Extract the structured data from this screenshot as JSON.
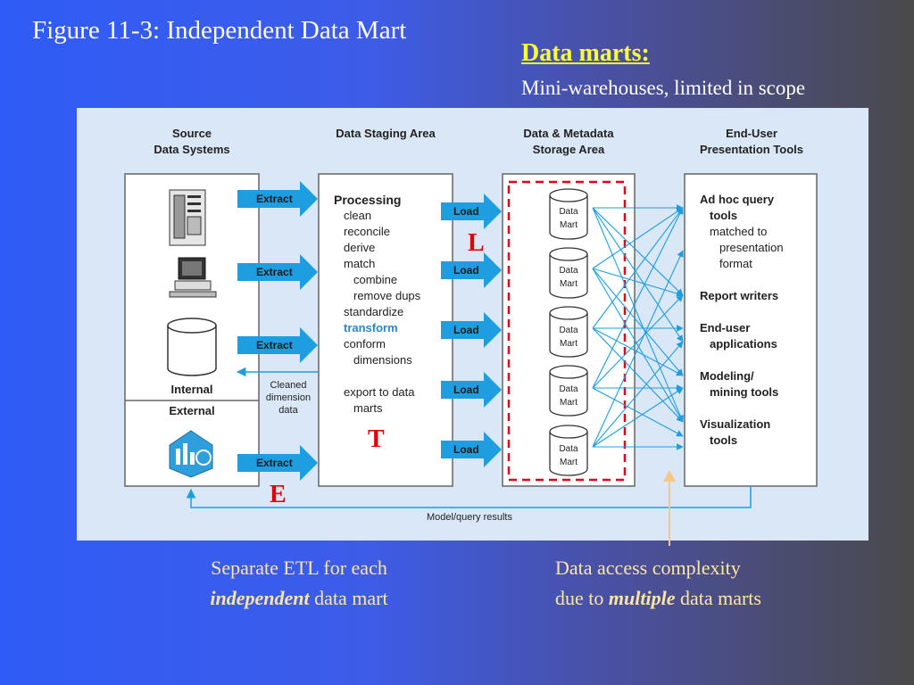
{
  "title": "Figure 11-3: Independent Data Mart",
  "data_marts": {
    "heading": "Data marts:",
    "subtitle": "Mini-warehouses, limited in scope"
  },
  "diagram": {
    "columns": {
      "source": [
        "Source",
        "Data Systems"
      ],
      "staging": [
        "Data Staging Area"
      ],
      "storage": [
        "Data & Metadata",
        "Storage Area"
      ],
      "enduser": [
        "End-User",
        "Presentation Tools"
      ]
    },
    "source_labels": {
      "internal": "Internal",
      "external": "External"
    },
    "extract_label": "Extract",
    "load_label": "Load",
    "processing": {
      "heading": "Processing",
      "items": [
        "clean",
        "reconcile",
        "derive",
        "match",
        "combine",
        "remove dups",
        "standardize",
        "transform",
        "conform",
        "dimensions",
        "export to data",
        "marts"
      ]
    },
    "cleaned_dimension": [
      "Cleaned",
      "dimension",
      "data"
    ],
    "mart_label": [
      "Data",
      "Mart"
    ],
    "enduser_tools": [
      "Ad hoc query",
      "tools",
      "matched to",
      "presentation",
      "format",
      "Report writers",
      "End-user",
      "applications",
      "Modeling/",
      "mining tools",
      "Visualization",
      "tools"
    ],
    "feedback_label": "Model/query results",
    "etl_letters": {
      "e": "E",
      "t": "T",
      "l": "L"
    },
    "colors": {
      "arrow": "#1e9ee0",
      "dashed_box": "#e0001a",
      "pointer": "#f5c887"
    }
  },
  "footnotes": {
    "left": {
      "line1": "Separate ETL for each",
      "emph": "independent",
      "rest": " data mart"
    },
    "right": {
      "line1": "Data access complexity",
      "pre": "due to ",
      "emph": "multiple",
      "rest": " data marts"
    }
  }
}
